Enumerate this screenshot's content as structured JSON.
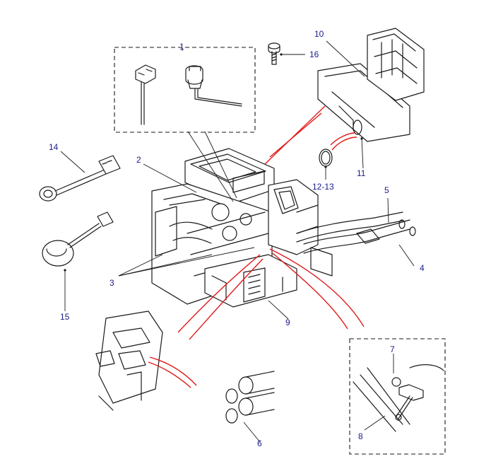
{
  "diagram": {
    "callouts": [
      {
        "id": "1",
        "text": "1"
      },
      {
        "id": "2",
        "text": "2"
      },
      {
        "id": "3",
        "text": "3"
      },
      {
        "id": "4",
        "text": "4"
      },
      {
        "id": "5",
        "text": "5"
      },
      {
        "id": "6",
        "text": "6"
      },
      {
        "id": "7",
        "text": "7"
      },
      {
        "id": "8",
        "text": "8"
      },
      {
        "id": "9",
        "text": "9"
      },
      {
        "id": "10",
        "text": "10"
      },
      {
        "id": "11",
        "text": "11"
      },
      {
        "id": "12",
        "text": "12-13"
      },
      {
        "id": "14",
        "text": "14"
      },
      {
        "id": "15",
        "text": "15"
      },
      {
        "id": "16",
        "text": "16"
      }
    ],
    "colors": {
      "line": "#1a1a1a",
      "callout_text": "#1a1a8a",
      "detail_link": "#e01818",
      "background": "#ffffff"
    }
  }
}
